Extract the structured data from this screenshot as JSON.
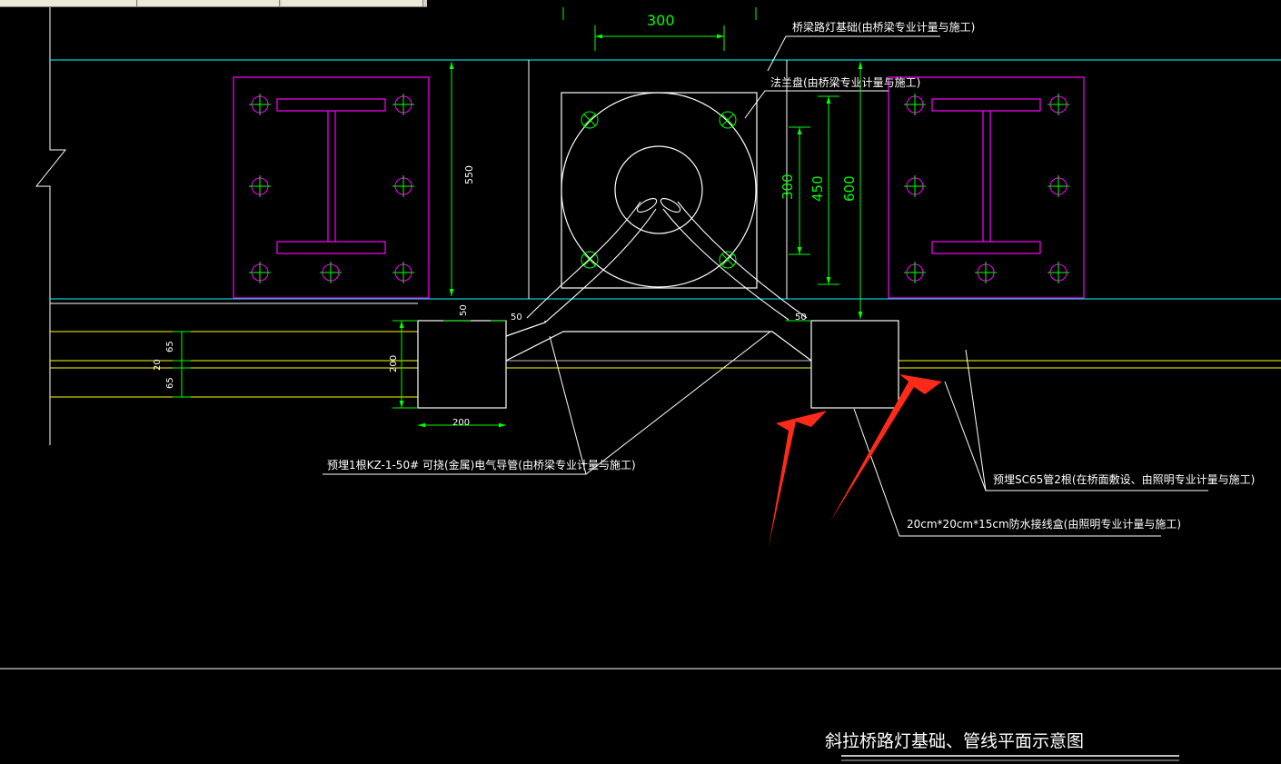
{
  "window": {
    "tabs": [
      "",
      "",
      ""
    ]
  },
  "dimensions": {
    "top_300": "300",
    "d_550": "550",
    "d_300_right": "300",
    "d_450": "450",
    "d_600": "600",
    "d_50_a": "50",
    "d_50_b": "50",
    "d_50_c": "50",
    "d_65_a": "65",
    "d_20": "20",
    "d_65_b": "65",
    "d_200_v": "200",
    "d_200_h": "200"
  },
  "labels": {
    "bridge_light_foundation": "桥梁路灯基础(由桥梁专业计量与施工)",
    "flange_plate": "法兰盘(由桥梁专业计量与施工)",
    "conduit": "预埋1根KZ-1-50# 可挠(金属)电气导管(由桥梁专业计量与施工)",
    "sc65_pipe": "预埋SC65管2根(在桥面敷设、由照明专业计量与施工)",
    "junction_box": "20cm*20cm*15cm防水接线盒(由照明专业计量与施工)"
  },
  "title": "斜拉桥路灯基础、管线平面示意图",
  "colors": {
    "background": "#000000",
    "magenta": "#ff00ff",
    "cyan": "#00ffff",
    "green": "#00ff00",
    "yellow": "#ffff00",
    "white": "#ffffff",
    "arrow_red": "#ff2a1a"
  }
}
